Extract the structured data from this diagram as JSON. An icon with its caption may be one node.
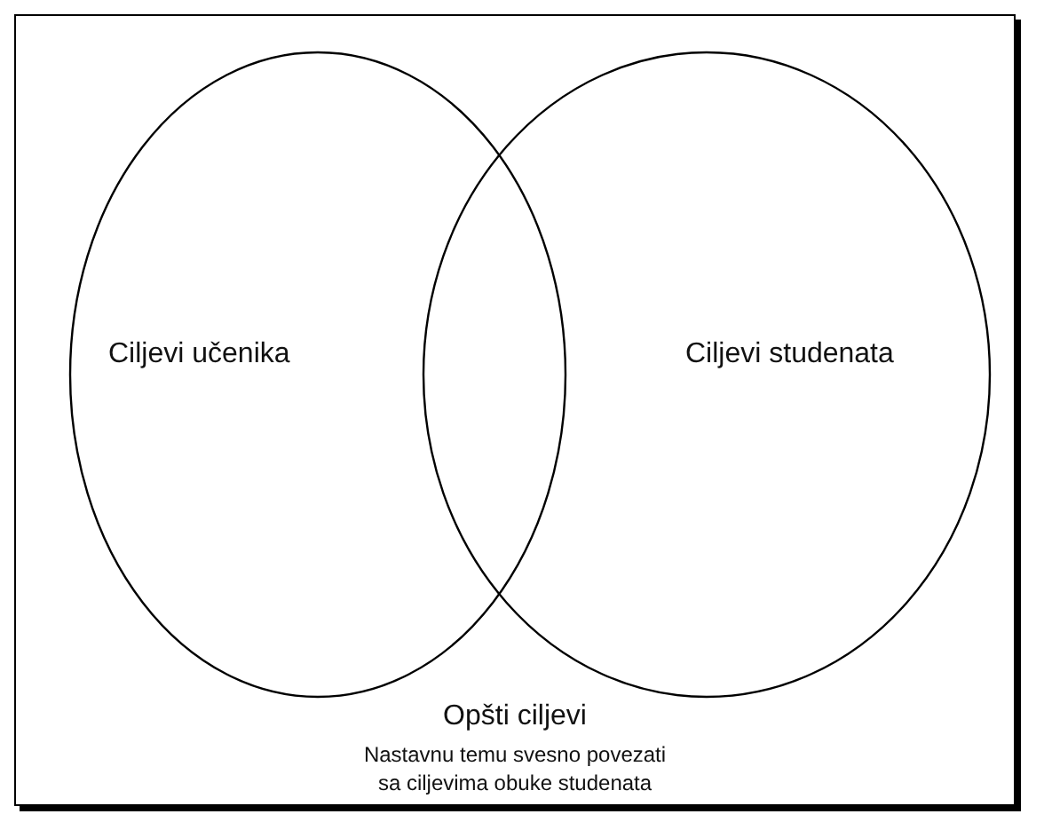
{
  "diagram": {
    "nodes": [
      {
        "text": [
          "Opšti ciljevi",
          "Nastavnu temu svesno povezati sa ciljevima obuke studenata"
        ]
      },
      {
        "text": [
          "Ciljevi učenika"
        ],
        "in": 0
      },
      {
        "text": [
          "Ciljevi studenata"
        ],
        "in": 0
      }
    ],
    "edges": []
  }
}
